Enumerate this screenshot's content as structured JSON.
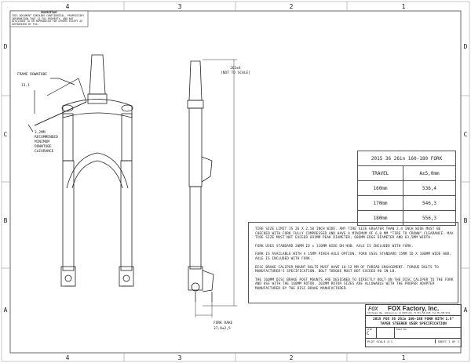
{
  "border": {
    "columns": [
      "4",
      "3",
      "2",
      "1"
    ],
    "rows": [
      "D",
      "C",
      "B",
      "A"
    ]
  },
  "proprietary": {
    "title": "PROPRIETARY",
    "text": "THIS DOCUMENT CONTAINS CONFIDENTIAL, PROPRIETARY INFORMATION THAT IS FOX PROPERTY, AND NOT DISCLOSED TO OR REPRODUCED FOR OTHERS EXCEPT AS AUTHORIZED BY FOX."
  },
  "annotations": {
    "frame_downtube": "FRAME DOWNTUBE",
    "dim_13": "13,1",
    "clearance": [
      "3,2MM",
      "RECOMMENDED",
      "MINIMUM",
      "DOWNTUBE",
      "CLEARANCE"
    ],
    "steerer_dim": "263±4",
    "not_to_scale": "(NOT TO SCALE)",
    "fork_rake_label": "FORK RAKE",
    "fork_rake_value": "37,8±2,5"
  },
  "spec_table": {
    "title": "2015 36 26in 160-180 FORK",
    "headers": [
      "TRAVEL",
      "A±5,0mm"
    ],
    "rows": [
      [
        "160mm",
        "536,4"
      ],
      [
        "170mm",
        "546,3"
      ],
      [
        "180mm",
        "556,3"
      ]
    ]
  },
  "notes": [
    "TIRE SIZE LIMIT IS 26 X 2,50 INCH WIDE. ANY TIRE SIZE GREATER THAN 2.4 INCH WIDE MUST BE CHECKED WITH FORK FULLY COMPRESSED AND HAVE A MINIMUM OF 6,0 MM \"TIRE TO CROWN\" CLEARANCE. MAX TIRE SIZE MUST NOT EXCEED 691MM PEAK DIAMETER, 686MM EDGE DIAMETER AND 63,5MM WIDTH.",
    "FORK USES STANDARD 20MM ID x 110MM WIDE DH HUB. AXLE IS INCLUDED WITH FORK.",
    "FORK IS AVAILABLE WITH A 15MM PINCH-AXLE OPTION. FORK USES STANDARD 15MM ID X 100MM WIDE HUB. AXLE IS INCLUDED WITH FORK.",
    "DISC BRAKE CALIPER MOUNT BOLTS MUST HAVE 10-12 MM OF THREAD ENGAGEMENT. TORQUE BOLTS TO MANUFACTURER'S SPECIFICATION. BOLT TORQUE MUST NOT EXCEED 90 IN-LB.",
    "THE 160MM DISC BRAKE POST MOUNTS ARE DESIGNED TO DIRECTLY BOLT ON THE DISC CALIPER TO THE FORK AND USE WITH THE 160MM ROTOR. 203MM ROTOR SIZES ARE ALLOWABLE WITH THE PROPER ADAPTER MANUFACTURED BY THE DISC BRAKE MANUFACTURER."
  ],
  "title_block": {
    "logo": "FOX",
    "company": "FOX Factory, Inc.",
    "address": "130 Hangar Way, Watsonville, CA 95076 USA, Ph 831-768-1100, Fax 831-768-9312",
    "title_line1": "2015 FOX 36 26in 160-180 FORK WITH 1.5\"",
    "title_line2": "TAPER STEERER USER SPECIFICATION",
    "size_label": "SIZE",
    "size_value": "C",
    "part_no_label": "PART NO.",
    "plot_scale": "PLOT SCALE  4:1",
    "sheet": "SHEET 1 OF 1"
  }
}
